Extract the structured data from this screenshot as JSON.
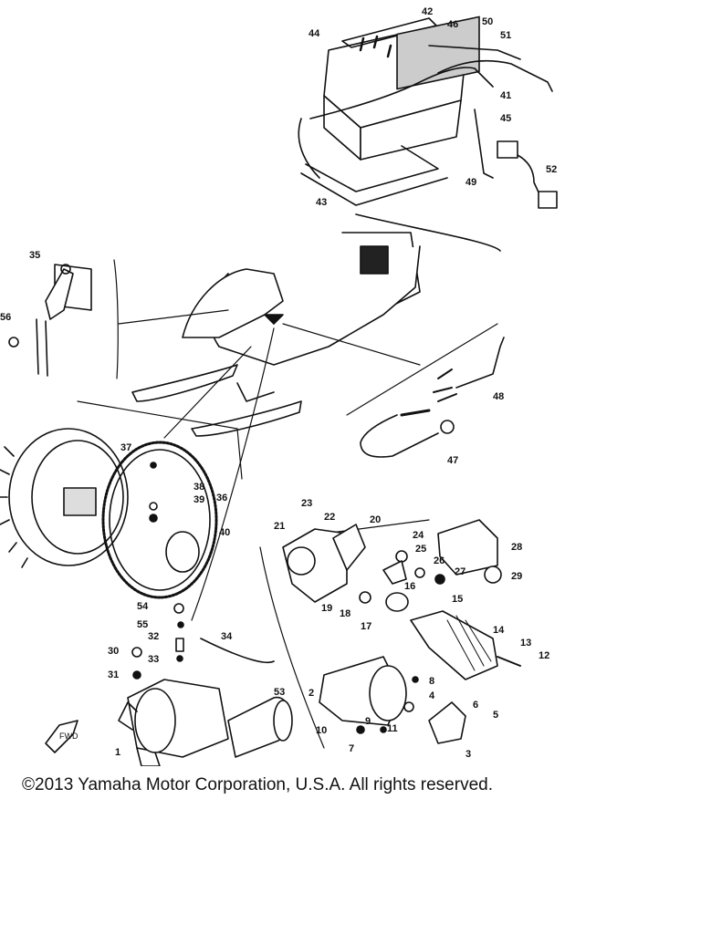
{
  "diagram": {
    "callouts": [
      "1",
      "2",
      "3",
      "4",
      "5",
      "6",
      "7",
      "8",
      "9",
      "10",
      "11",
      "12",
      "13",
      "14",
      "15",
      "16",
      "17",
      "18",
      "19",
      "20",
      "21",
      "22",
      "23",
      "24",
      "25",
      "26",
      "27",
      "28",
      "29",
      "30",
      "31",
      "32",
      "33",
      "34",
      "35",
      "36",
      "37",
      "38",
      "39",
      "40",
      "41",
      "42",
      "43",
      "44",
      "45",
      "46",
      "47",
      "48",
      "49",
      "50",
      "51",
      "52",
      "53",
      "54",
      "55",
      "56"
    ],
    "front_arrow_label": "FWD"
  },
  "footer": {
    "copyright": "©2013 Yamaha Motor Corporation, U.S.A. All rights reserved."
  }
}
